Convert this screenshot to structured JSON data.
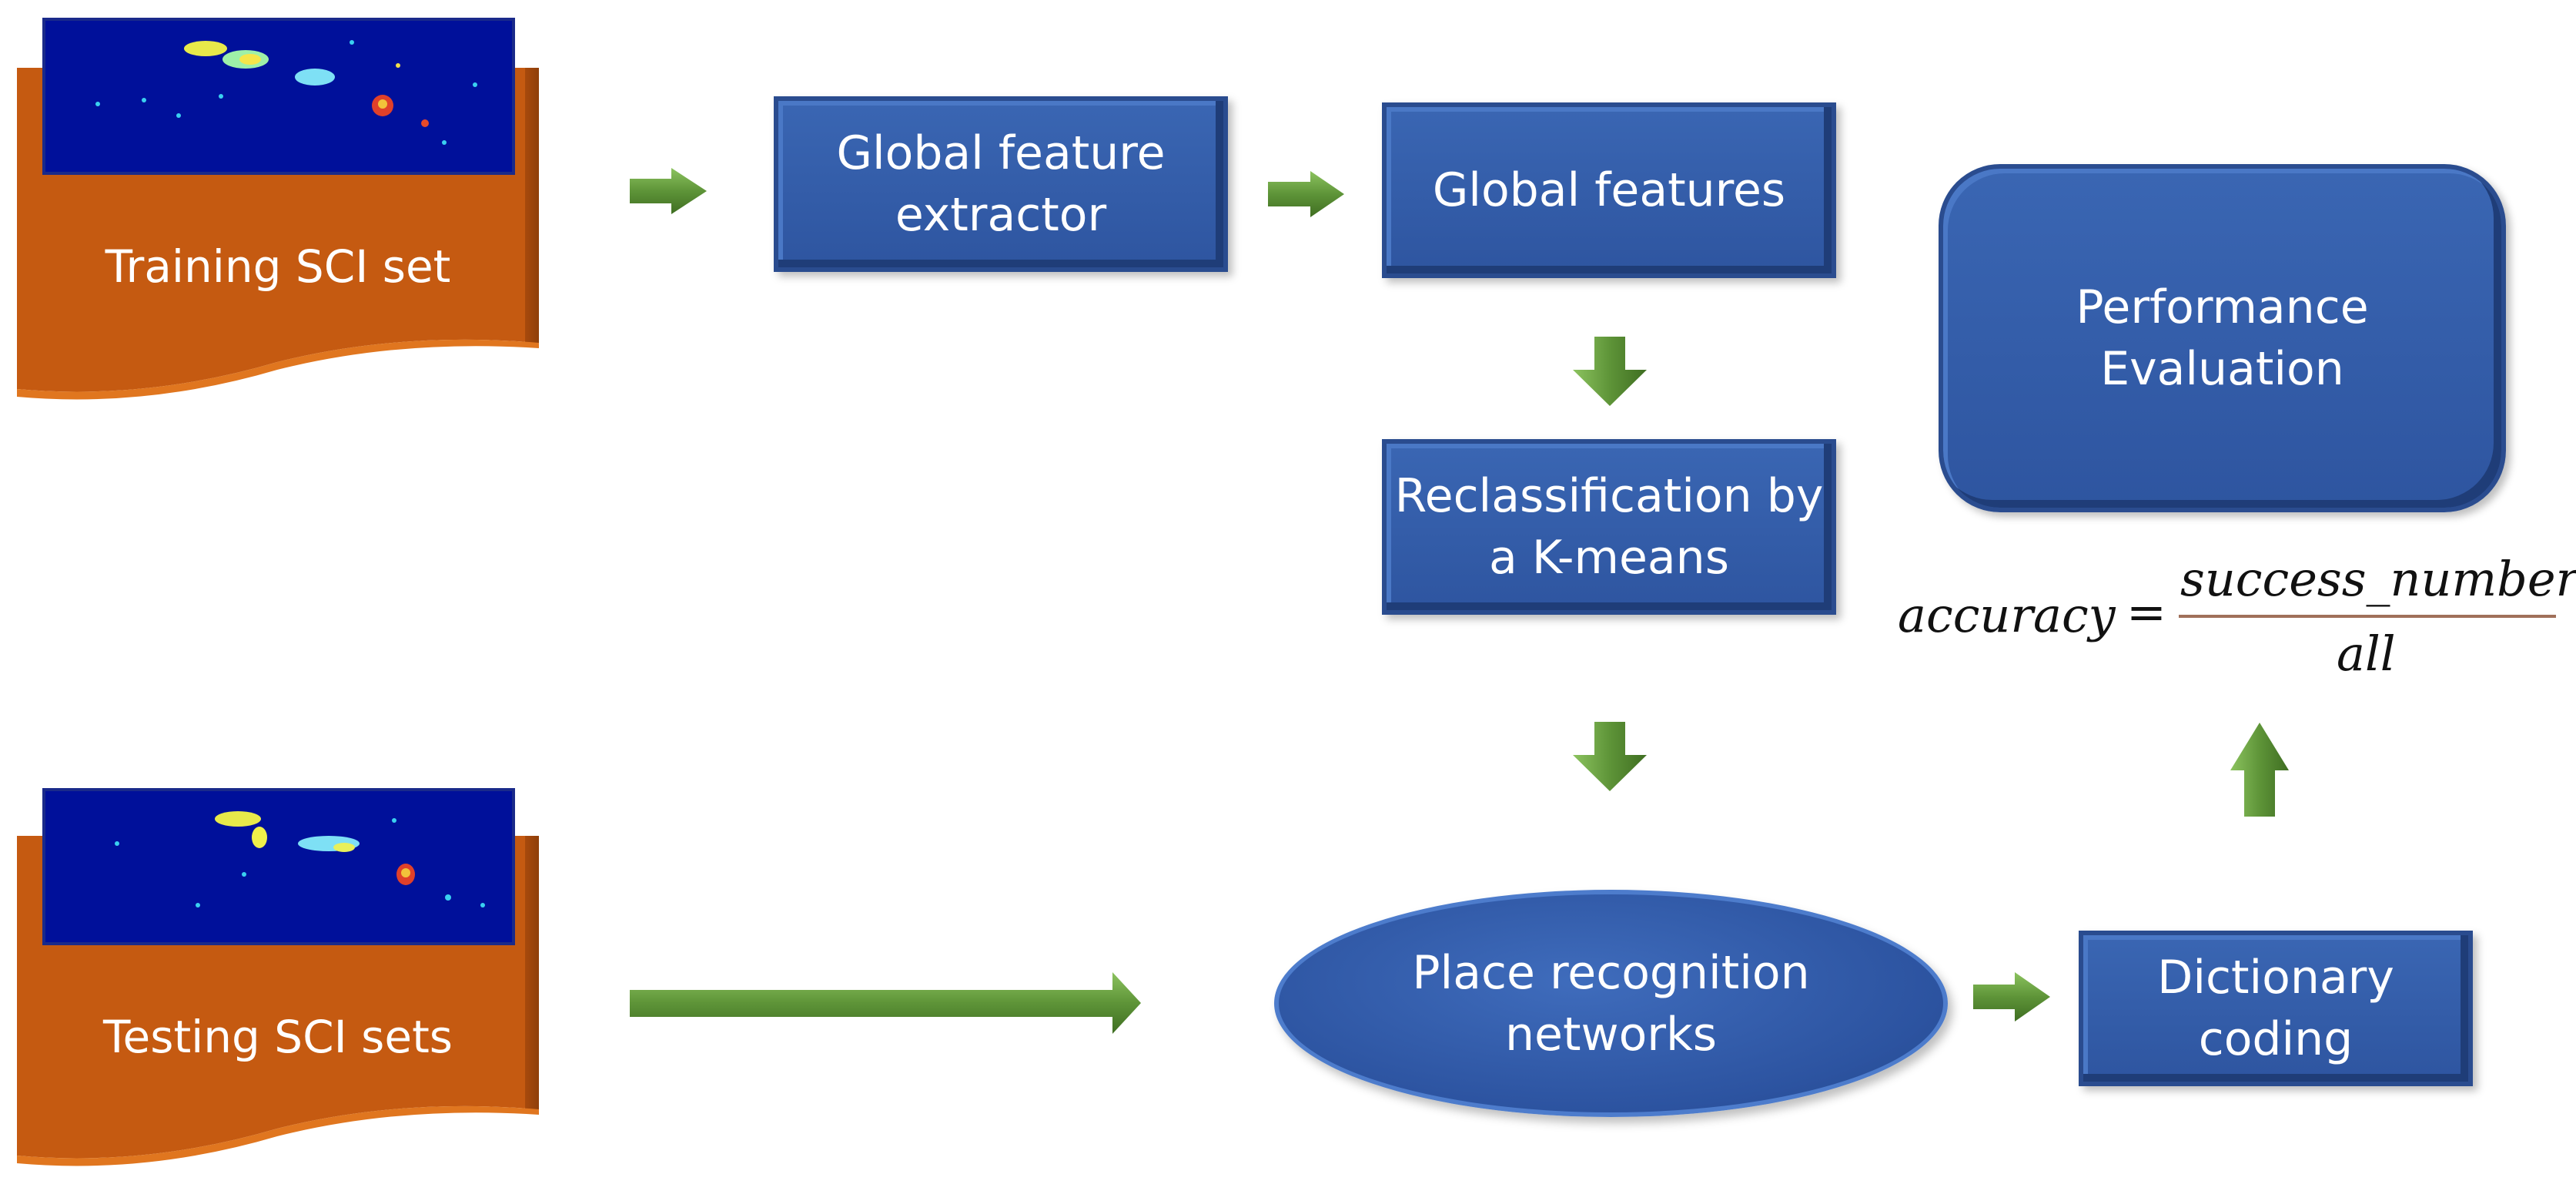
{
  "documents": {
    "training": {
      "label": "Training SCI set"
    },
    "testing": {
      "label": "Testing SCI sets"
    }
  },
  "nodes": {
    "global_feature_extractor": "Global feature\nextractor",
    "global_features": "Global features",
    "reclassification": "Reclassification by\na K-means",
    "place_recognition": "Place recognition\nnetworks",
    "dictionary_coding": "Dictionary\ncoding",
    "performance_evaluation": "Performance\nEvaluation"
  },
  "formula": {
    "lhs": "accuracy",
    "equals": "=",
    "numerator": "success_number",
    "denominator": "all"
  },
  "colors": {
    "box_blue": "#2e55a0",
    "doc_orange": "#c55a11",
    "arrow_green": "#5e9438"
  }
}
